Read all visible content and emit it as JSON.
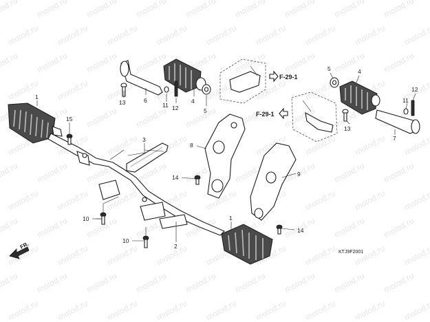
{
  "watermark": "motod.ru",
  "callouts": {
    "c1a": "1",
    "c1b": "1",
    "c2": "2",
    "c3": "3",
    "c4a": "4",
    "c4b": "4",
    "c5a": "5",
    "c5b": "5",
    "c6": "6",
    "c7": "7",
    "c8": "8",
    "c9": "9",
    "c10a": "10",
    "c10b": "10",
    "c11a": "11",
    "c11b": "11",
    "c12a": "12",
    "c12b": "12",
    "c13a": "13",
    "c13b": "13",
    "c14a": "14",
    "c14b": "14",
    "c15": "15"
  },
  "refs": {
    "upper": "F-29-1",
    "lower": "F-29-1"
  },
  "fr_label": "FR.",
  "code": "KTJ9F2001"
}
